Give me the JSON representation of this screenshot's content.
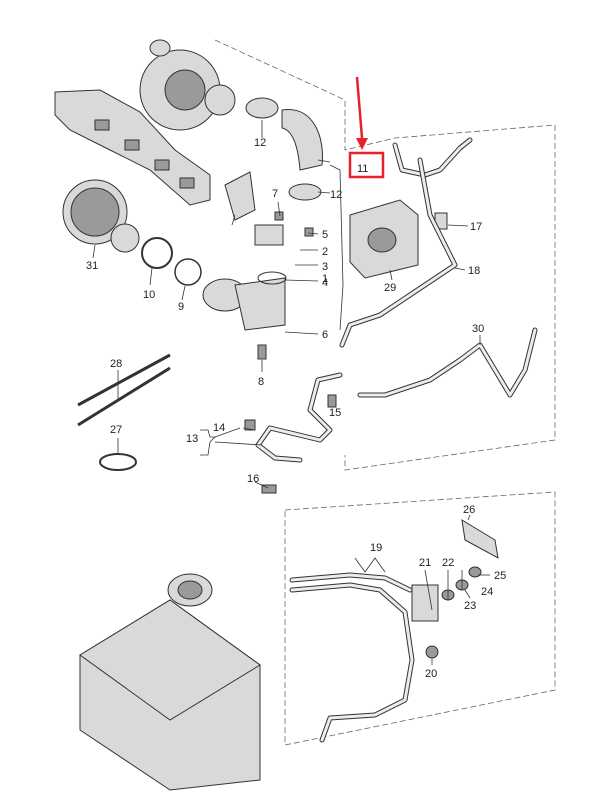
{
  "diagram": {
    "highlight_color": "#e8202a",
    "highlighted_callout": "11",
    "callouts": [
      "1",
      "2",
      "3",
      "4",
      "5",
      "6",
      "7",
      "8",
      "9",
      "10",
      "11",
      "12",
      "12",
      "13",
      "14",
      "15",
      "16",
      "17",
      "18",
      "19",
      "20",
      "21",
      "22",
      "23",
      "24",
      "25",
      "26",
      "27",
      "28",
      "29",
      "30",
      "31"
    ]
  }
}
